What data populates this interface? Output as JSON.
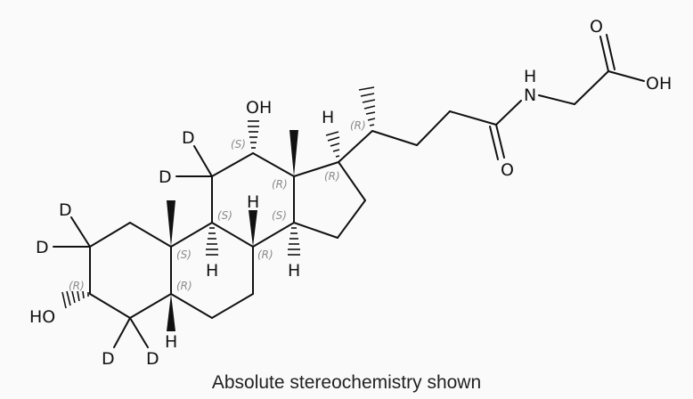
{
  "caption": "Absolute stereochemistry shown",
  "molecule": {
    "description": "Deuterated glycocholic acid (2,2,4,4,11,11-d6)",
    "atom_labels": {
      "ho_c3": "HO",
      "oh_c12": "OH",
      "d_c2a": "D",
      "d_c2b": "D",
      "d_c4a": "D",
      "d_c4b": "D",
      "d_c11a": "D",
      "d_c11b": "D",
      "h_c5": "H",
      "h_c8": "H",
      "h_c9": "H",
      "h_c14": "H",
      "h_c17": "H",
      "n_amide": "N",
      "h_amide": "H",
      "o_amide": "O",
      "o_acid_carbonyl": "O",
      "oh_acid": "OH"
    },
    "stereo_labels": {
      "c3": "(R)",
      "c5": "(R)",
      "c10": "(S)",
      "c9": "(S)",
      "c8": "(R)",
      "c12": "(S)",
      "c13": "(R)",
      "c14": "(S)",
      "c17": "(R)",
      "c20": "(R)"
    }
  }
}
